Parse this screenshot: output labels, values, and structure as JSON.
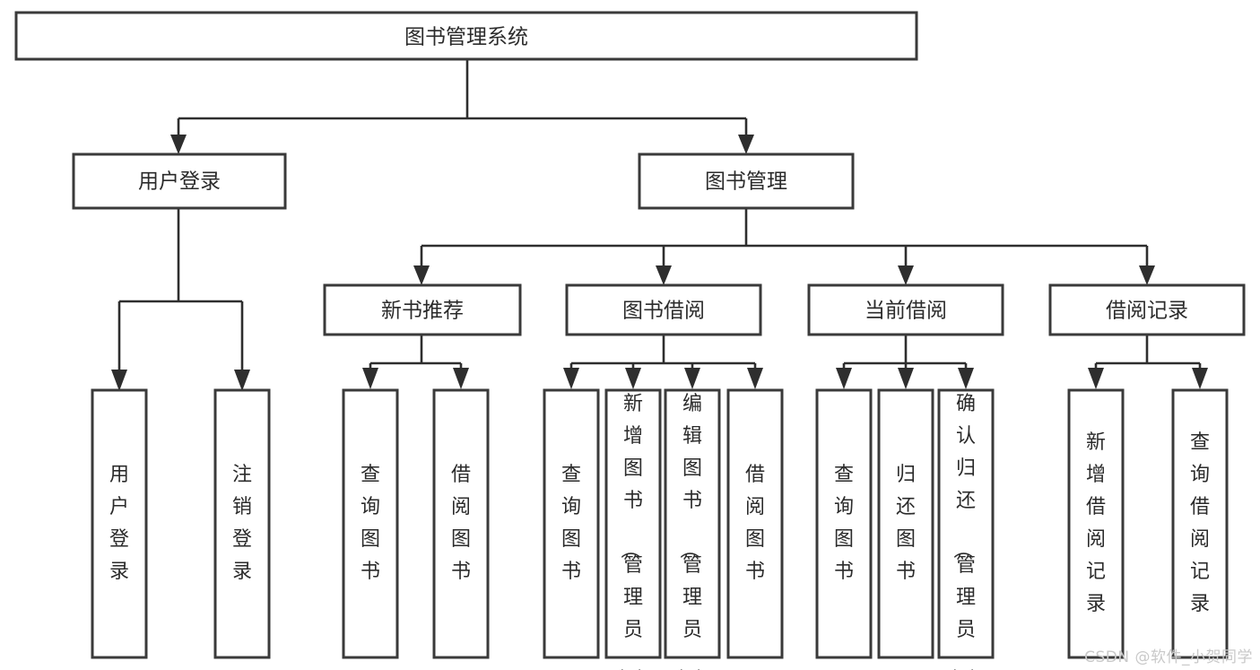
{
  "diagram": {
    "title": "图书管理系统",
    "type": "tree-hierarchy-chart",
    "root": {
      "id": "root",
      "label": "图书管理系统",
      "orientation": "horizontal"
    },
    "level2": [
      {
        "id": "user-login",
        "label": "用户登录",
        "orientation": "horizontal"
      },
      {
        "id": "book-manage",
        "label": "图书管理",
        "orientation": "horizontal"
      }
    ],
    "level3": [
      {
        "id": "new-book-recommend",
        "label": "新书推荐",
        "orientation": "horizontal",
        "parent": "book-manage"
      },
      {
        "id": "book-borrow",
        "label": "图书借阅",
        "orientation": "horizontal",
        "parent": "book-manage"
      },
      {
        "id": "current-borrow",
        "label": "当前借阅",
        "orientation": "horizontal",
        "parent": "book-manage"
      },
      {
        "id": "borrow-record",
        "label": "借阅记录",
        "orientation": "horizontal",
        "parent": "book-manage"
      }
    ],
    "leaves": {
      "user-login": [
        {
          "id": "leaf-user-login",
          "label": "用户登录",
          "orientation": "vertical"
        },
        {
          "id": "leaf-user-logout",
          "label": "注销登录",
          "orientation": "vertical"
        }
      ],
      "new-book-recommend": [
        {
          "id": "leaf-query-book-1",
          "label": "查询图书",
          "orientation": "vertical"
        },
        {
          "id": "leaf-borrow-book-1",
          "label": "借阅图书",
          "orientation": "vertical"
        }
      ],
      "book-borrow": [
        {
          "id": "leaf-query-book-2",
          "label": "查询图书",
          "orientation": "vertical"
        },
        {
          "id": "leaf-add-book",
          "label": "新增图书（管理员）",
          "orientation": "vertical"
        },
        {
          "id": "leaf-edit-book",
          "label": "编辑图书（管理员）",
          "orientation": "vertical"
        },
        {
          "id": "leaf-borrow-book-2",
          "label": "借阅图书",
          "orientation": "vertical"
        }
      ],
      "current-borrow": [
        {
          "id": "leaf-query-book-3",
          "label": "查询图书",
          "orientation": "vertical"
        },
        {
          "id": "leaf-return-book",
          "label": "归还图书",
          "orientation": "vertical"
        },
        {
          "id": "leaf-confirm-return",
          "label": "确认归还（管理员）",
          "orientation": "vertical"
        }
      ],
      "borrow-record": [
        {
          "id": "leaf-add-record",
          "label": "新增借阅记录",
          "orientation": "vertical"
        },
        {
          "id": "leaf-query-record",
          "label": "查询借阅记录",
          "orientation": "vertical"
        }
      ]
    },
    "colors": {
      "box_border": "#3a3a3a",
      "box_fill": "#ffffff",
      "connector": "#2e2e2e",
      "text": "#2b2b2b",
      "background": "#ffffff",
      "watermark": "#c9c9c9"
    }
  },
  "watermark": {
    "text": "CSDN @软件_小贺同学"
  }
}
